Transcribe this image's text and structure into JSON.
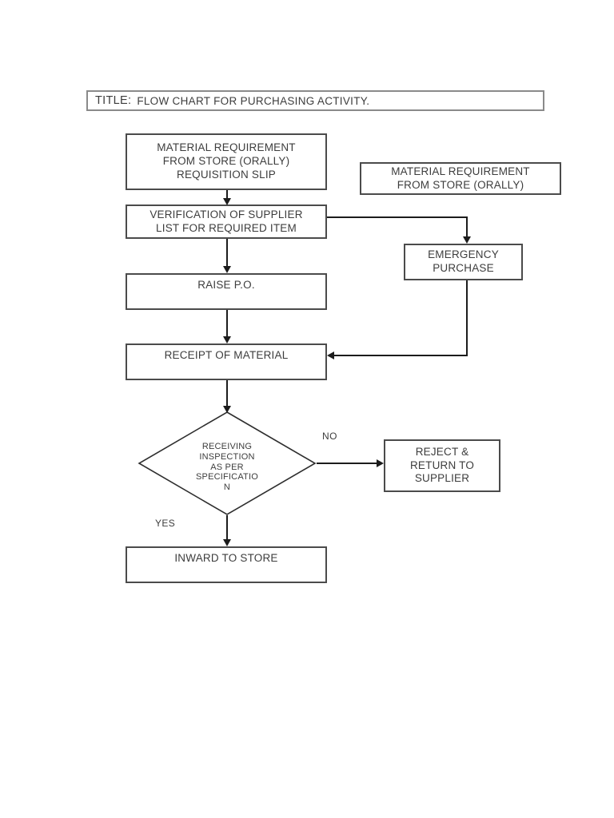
{
  "title_bar": {
    "prefix": "TITLE:",
    "text": "FLOW CHART FOR PURCHASING ACTIVITY."
  },
  "flowchart": {
    "nodes": {
      "material_requirement_slip": "MATERIAL REQUIREMENT\nFROM STORE (ORALLY)\nREQUISITION SLIP",
      "material_requirement_oral": "MATERIAL REQUIREMENT\nFROM STORE (ORALLY)",
      "verification": "VERIFICATION OF SUPPLIER\nLIST FOR REQUIRED ITEM",
      "emergency_purchase": "EMERGENCY\nPURCHASE",
      "raise_po": "RAISE P.O.",
      "receipt_of_material": "RECEIPT OF MATERIAL",
      "receiving_inspection": "RECEIVING\nINSPECTION\nAS PER\nSPECIFICATIO\nN",
      "reject_return": "REJECT &\nRETURN TO\nSUPPLIER",
      "inward_to_store": "INWARD TO STORE"
    },
    "edge_labels": {
      "no": "NO",
      "yes": "YES"
    }
  },
  "colors": {
    "box_border": "#4b4b4b",
    "title_border": "#8a8a8a",
    "line": "#1c1c1c",
    "text": "#3d3d3d",
    "background": "#ffffff"
  }
}
